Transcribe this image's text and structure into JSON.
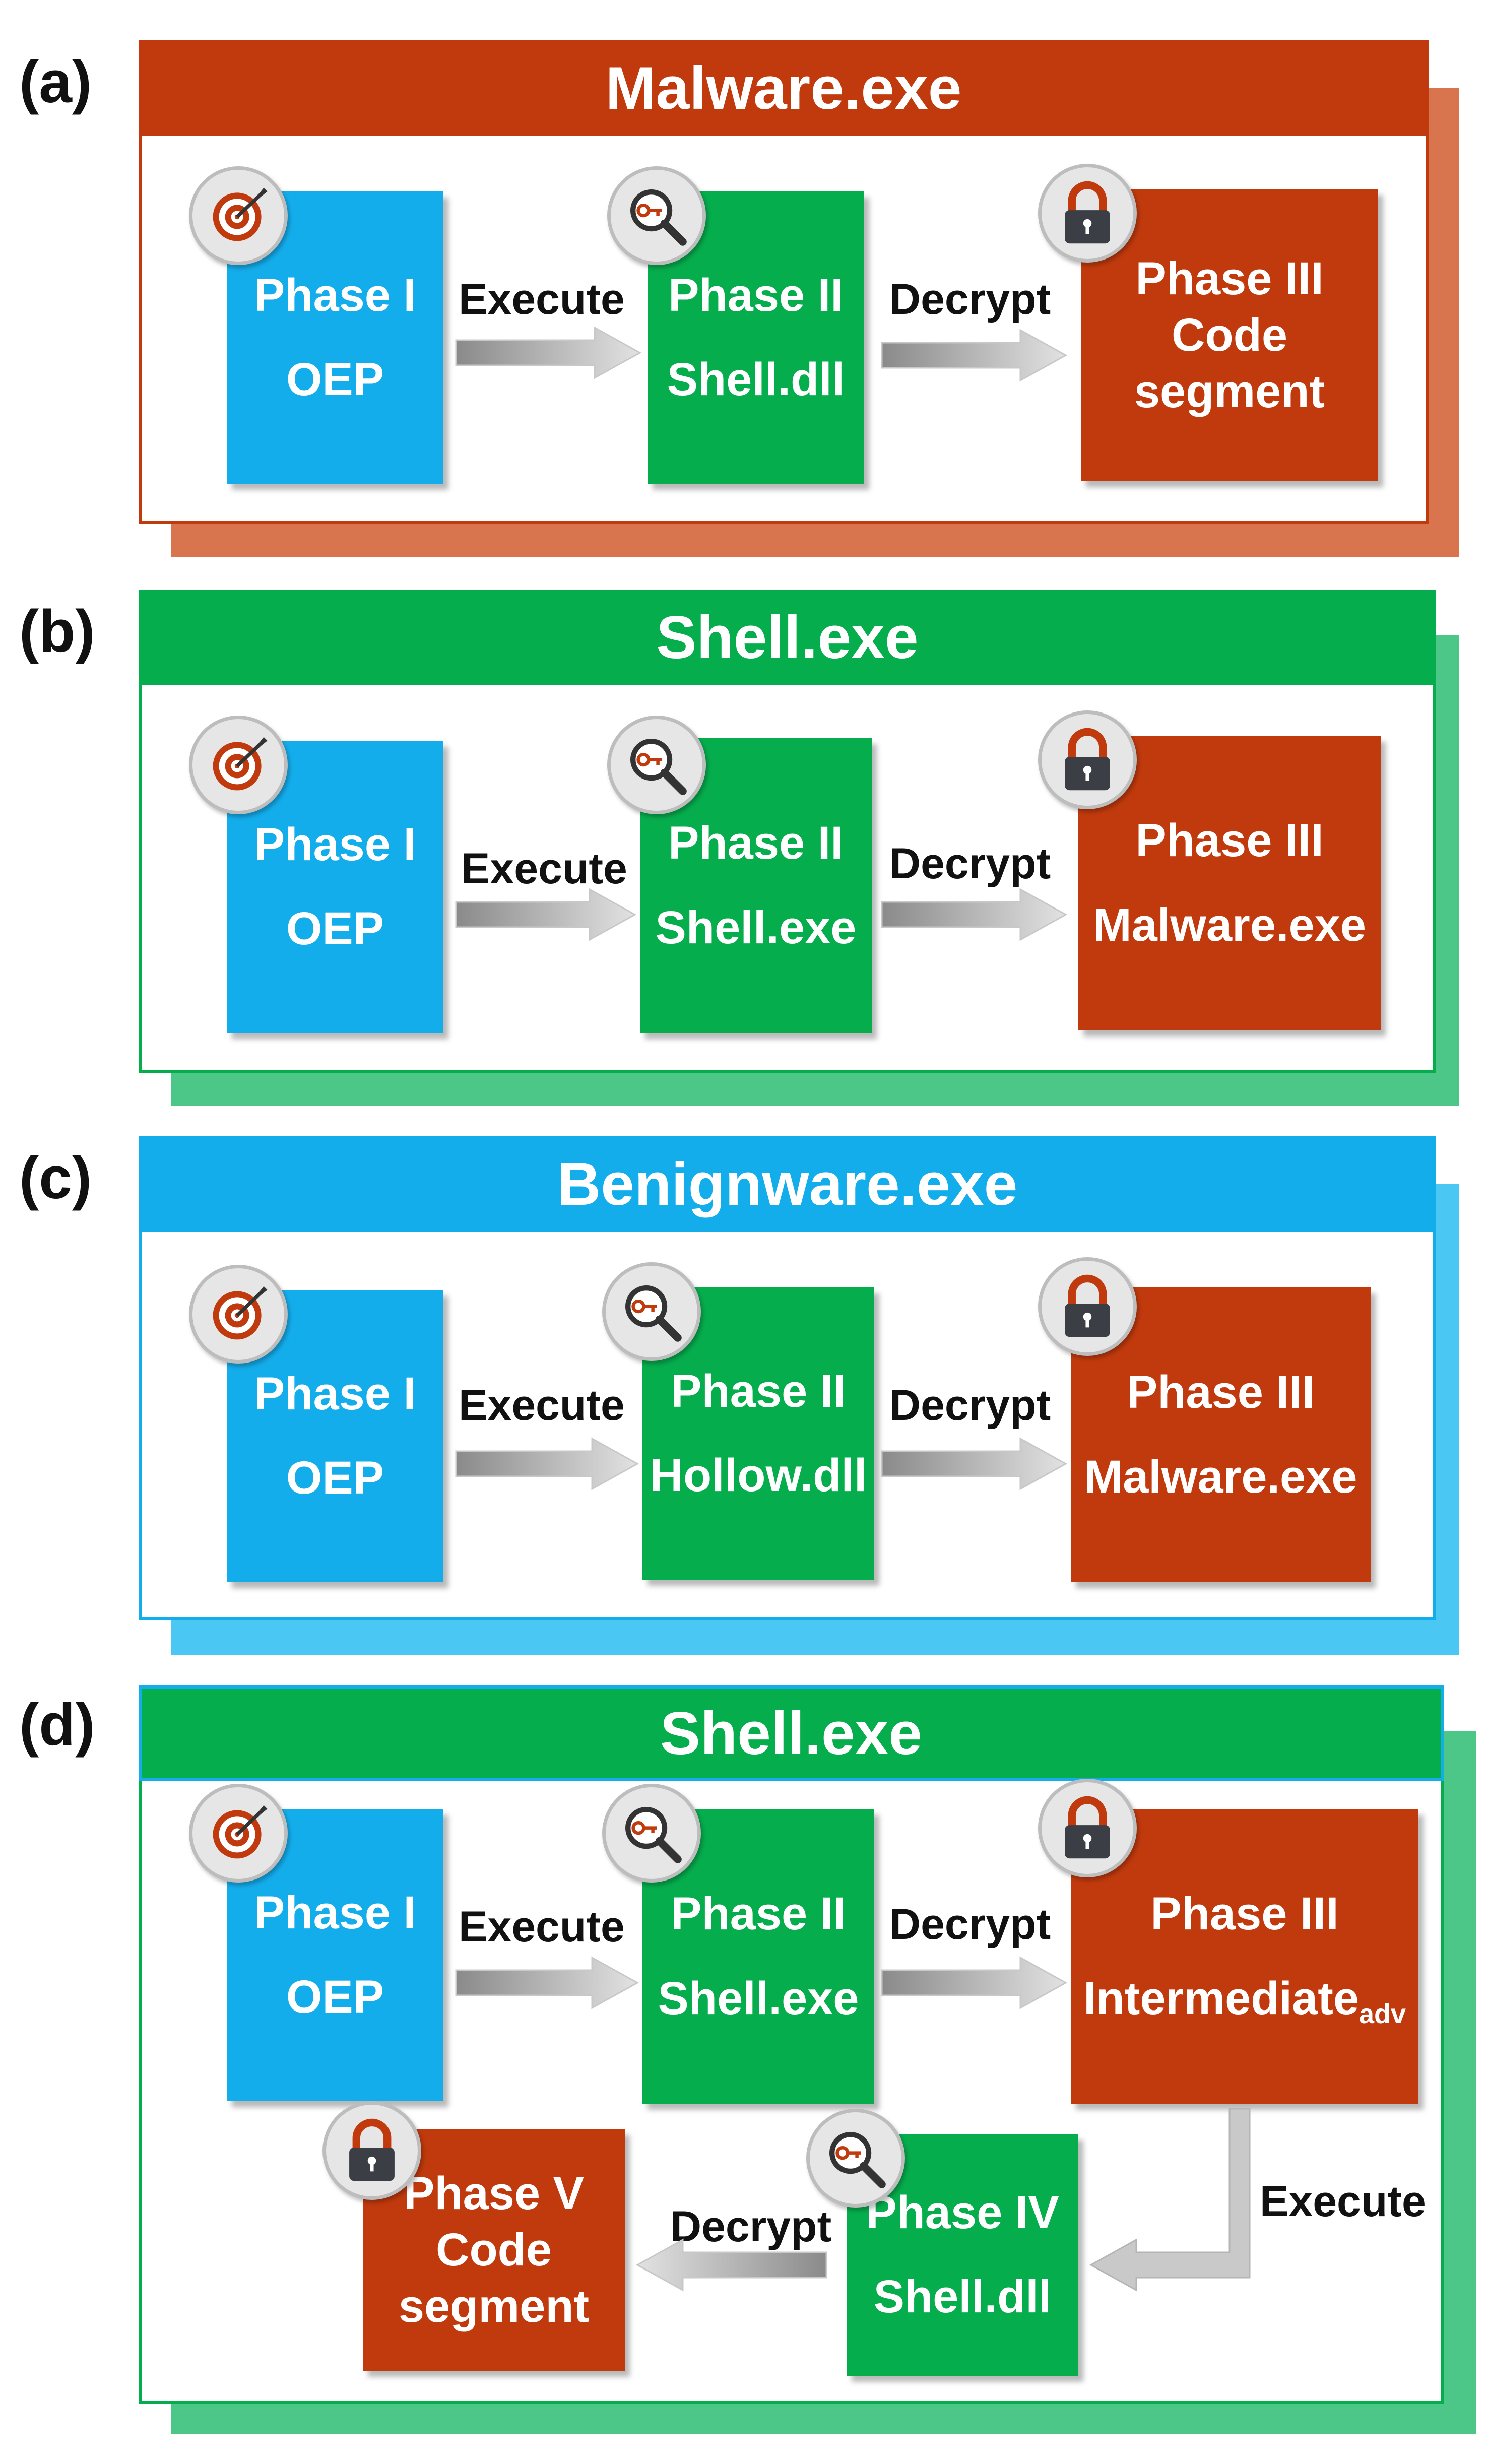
{
  "colors": {
    "blue": "#14adec",
    "green": "#06ad4d",
    "red": "#c13a0d",
    "shadow_red": "#d8744e",
    "shadow_green": "#4dc787",
    "shadow_blue": "#4bc7f3",
    "arrow": "#bdbdbd"
  },
  "panels": [
    {
      "label": "(a)",
      "title": "Malware.exe",
      "theme": "red",
      "boxes": [
        {
          "lines": [
            "Phase I",
            "OEP"
          ],
          "icon": "target-icon"
        },
        {
          "lines": [
            "Phase II",
            "Shell.dll"
          ],
          "icon": "key-search-icon"
        },
        {
          "lines": [
            "Phase III",
            "Code",
            "segment"
          ],
          "icon": "padlock-icon"
        }
      ],
      "arrows": [
        "Execute",
        "Decrypt"
      ]
    },
    {
      "label": "(b)",
      "title": "Shell.exe",
      "theme": "green",
      "boxes": [
        {
          "lines": [
            "Phase I",
            "OEP"
          ],
          "icon": "target-icon"
        },
        {
          "lines": [
            "Phase II",
            "Shell.exe"
          ],
          "icon": "key-search-icon"
        },
        {
          "lines": [
            "Phase III",
            "Malware.exe"
          ],
          "icon": "padlock-icon"
        }
      ],
      "arrows": [
        "Execute",
        "Decrypt"
      ]
    },
    {
      "label": "(c)",
      "title": "Benignware.exe",
      "theme": "blue",
      "boxes": [
        {
          "lines": [
            "Phase I",
            "OEP"
          ],
          "icon": "target-icon"
        },
        {
          "lines": [
            "Phase II",
            "Hollow.dll"
          ],
          "icon": "key-search-icon"
        },
        {
          "lines": [
            "Phase III",
            "Malware.exe"
          ],
          "icon": "padlock-icon"
        }
      ],
      "arrows": [
        "Execute",
        "Decrypt"
      ]
    },
    {
      "label": "(d)",
      "title": "Shell.exe",
      "theme": "green",
      "boxes": [
        {
          "lines": [
            "Phase I",
            "OEP"
          ],
          "icon": "target-icon"
        },
        {
          "lines": [
            "Phase II",
            "Shell.exe"
          ],
          "icon": "key-search-icon"
        },
        {
          "lines": [
            "Phase III",
            "Intermediate"
          ],
          "subscript": "adv",
          "icon": "padlock-icon"
        },
        {
          "lines": [
            "Phase IV",
            "Shell.dll"
          ],
          "icon": "key-search-icon"
        },
        {
          "lines": [
            "Phase V",
            "Code",
            "segment"
          ],
          "icon": "padlock-icon"
        }
      ],
      "arrows": [
        "Execute",
        "Decrypt",
        "Execute",
        "Decrypt"
      ]
    }
  ]
}
